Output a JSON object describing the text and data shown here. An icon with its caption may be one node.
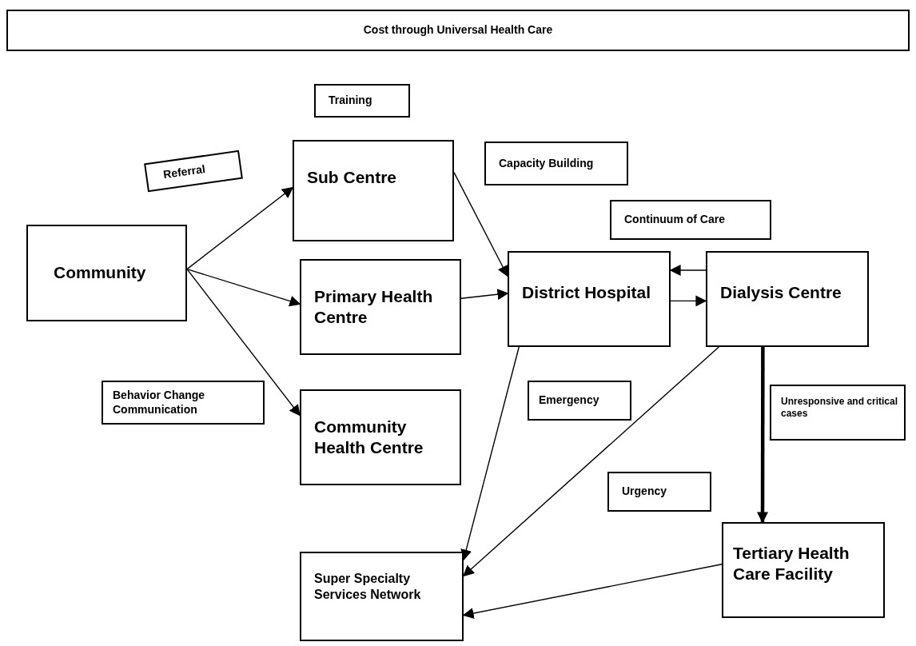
{
  "diagram": {
    "nodes": [
      {
        "text": [
          "Cost through Universal Health Care"
        ]
      },
      {
        "text": [
          "Training"
        ]
      },
      {
        "text": [
          "Referral"
        ]
      },
      {
        "text": [
          "Sub Centre"
        ]
      },
      {
        "text": [
          "Capacity Building"
        ]
      },
      {
        "text": [
          "Continuum of Care"
        ]
      },
      {
        "text": [
          "Community"
        ]
      },
      {
        "text": [
          "Primary Health Centre"
        ]
      },
      {
        "text": [
          "District Hospital"
        ]
      },
      {
        "text": [
          "Dialysis Centre"
        ]
      },
      {
        "text": [
          "Behavior Change Communication"
        ]
      },
      {
        "text": [
          "Community Health Centre"
        ]
      },
      {
        "text": [
          "Emergency"
        ]
      },
      {
        "text": [
          "Unresponsive and critical cases"
        ]
      },
      {
        "text": [
          "Urgency"
        ]
      },
      {
        "text": [
          "Tertiary Health Care Facility"
        ]
      },
      {
        "text": [
          "Super Specialty Services Network"
        ]
      }
    ],
    "edges": [
      {
        "from": 6,
        "to": 3,
        "arrow": "to"
      },
      {
        "from": 6,
        "to": 7,
        "arrow": "to"
      },
      {
        "from": 6,
        "to": 11,
        "arrow": "to"
      },
      {
        "from": 3,
        "to": 8,
        "arrow": "to"
      },
      {
        "from": 7,
        "to": 8,
        "arrow": "to"
      },
      {
        "from": 9,
        "to": 8,
        "arrow": "to"
      },
      {
        "from": 8,
        "to": 9,
        "arrow": "to"
      },
      {
        "from": 8,
        "to": 16,
        "arrow": "to"
      },
      {
        "from": 9,
        "to": 16,
        "arrow": "to"
      },
      {
        "from": 9,
        "to": 15,
        "arrow": "to",
        "style": "thick"
      },
      {
        "from": 15,
        "to": 16,
        "arrow": "to"
      }
    ]
  }
}
